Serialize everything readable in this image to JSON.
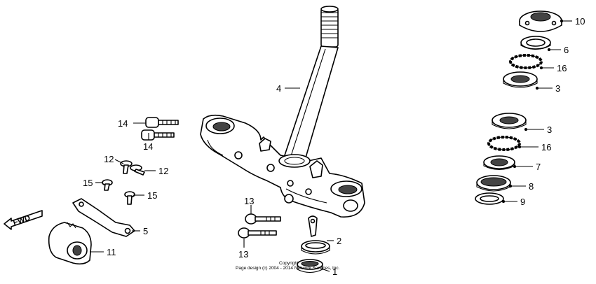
{
  "callouts": {
    "c1": "1",
    "c2": "2",
    "c3a": "3",
    "c3b": "3",
    "c4": "4",
    "c5": "5",
    "c6": "6",
    "c7": "7",
    "c8": "8",
    "c9": "9",
    "c10": "10",
    "c11": "11",
    "c12a": "12",
    "c12b": "12",
    "c13a": "13",
    "c13b": "13",
    "c14a": "14",
    "c14b": "14",
    "c15a": "15",
    "c15b": "15",
    "c16a": "16",
    "c16b": "16"
  },
  "direction_marker": "FWD",
  "footer": {
    "copyright": "Copyright",
    "page_design": "Page design (c) 2004 - 2014 Network Services, Inc."
  }
}
